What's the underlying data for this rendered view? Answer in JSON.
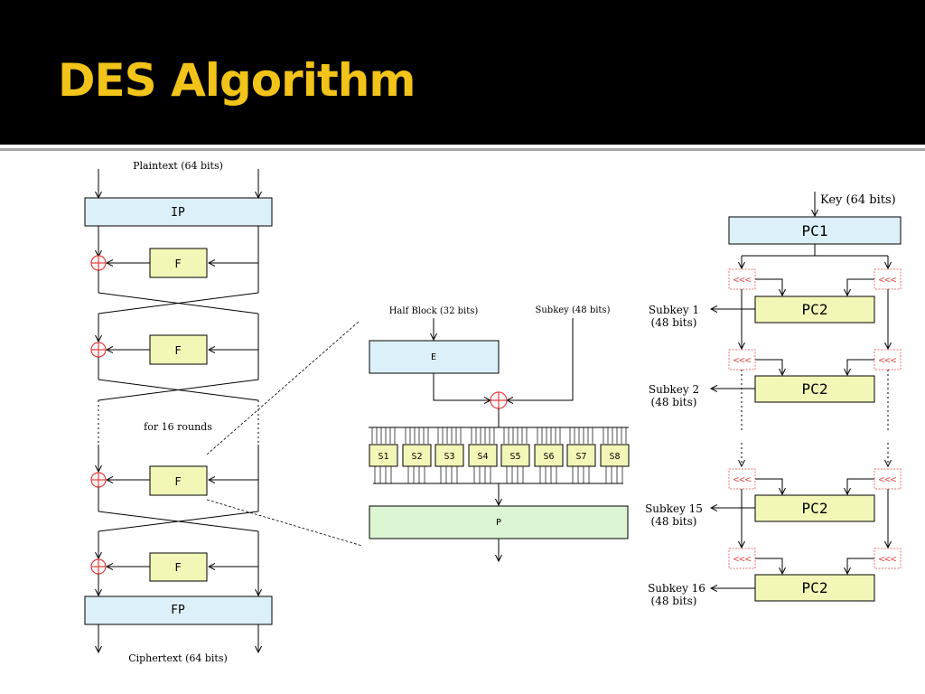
{
  "slide": {
    "title": "DES Algorithm"
  },
  "feistel": {
    "plaintext_label": "Plaintext (64 bits)",
    "ip_label": "IP",
    "f_label": "F",
    "rounds_label": "for 16 rounds",
    "fp_label": "FP",
    "ciphertext_label": "Ciphertext (64 bits)"
  },
  "f_function": {
    "half_block_label": "Half Block (32 bits)",
    "subkey_label": "Subkey (48 bits)",
    "e_label": "E",
    "sboxes": [
      "S1",
      "S2",
      "S3",
      "S4",
      "S5",
      "S6",
      "S7",
      "S8"
    ],
    "p_label": "P"
  },
  "key_schedule": {
    "key_label": "Key (64 bits)",
    "pc1_label": "PC1",
    "pc2_label": "PC2",
    "shift_label": "<<<",
    "subkeys": [
      {
        "name": "Subkey 1",
        "bits": "(48 bits)"
      },
      {
        "name": "Subkey 2",
        "bits": "(48 bits)"
      },
      {
        "name": "Subkey 15",
        "bits": "(48 bits)"
      },
      {
        "name": "Subkey 16",
        "bits": "(48 bits)"
      }
    ]
  },
  "colors": {
    "title": "#f2c318",
    "blue_box": "#dcf0fa",
    "yellow_box": "#f2f6b6",
    "green_box": "#dcf5d2",
    "sbox": "#f2f6b6",
    "shift_red": "#f07070",
    "xor_red": "#e83a3a"
  }
}
